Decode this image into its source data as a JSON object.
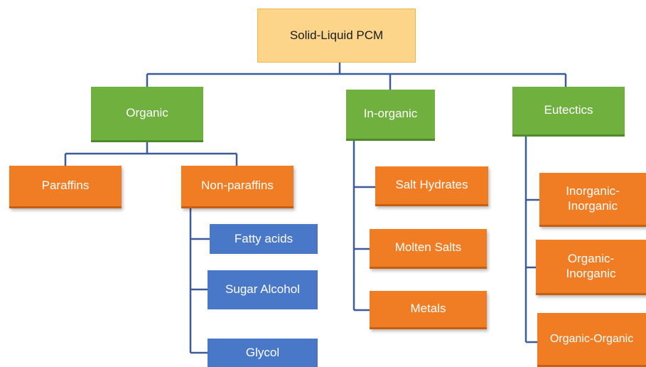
{
  "root": "Solid-Liquid PCM",
  "groups": {
    "organic": {
      "label": "Organic",
      "paraffins": "Paraffins",
      "non_paraffins": "Non-paraffins",
      "non_paraffin_items": [
        "Fatty acids",
        "Sugar Alcohol",
        "Glycol"
      ]
    },
    "inorganic": {
      "label": "In-organic",
      "items": [
        "Salt Hydrates",
        "Molten Salts",
        "Metals"
      ]
    },
    "eutectics": {
      "label": "Eutectics",
      "items": [
        "Inorganic-\nInorganic",
        "Organic-\nInorganic",
        "Organic-Organic"
      ]
    }
  },
  "colors": {
    "connector": "#3d5a99",
    "root_fill": "#fdd58a",
    "category_fill": "#6fb03f",
    "subclass_fill": "#f07d24",
    "leaf_fill": "#4a78c8"
  }
}
